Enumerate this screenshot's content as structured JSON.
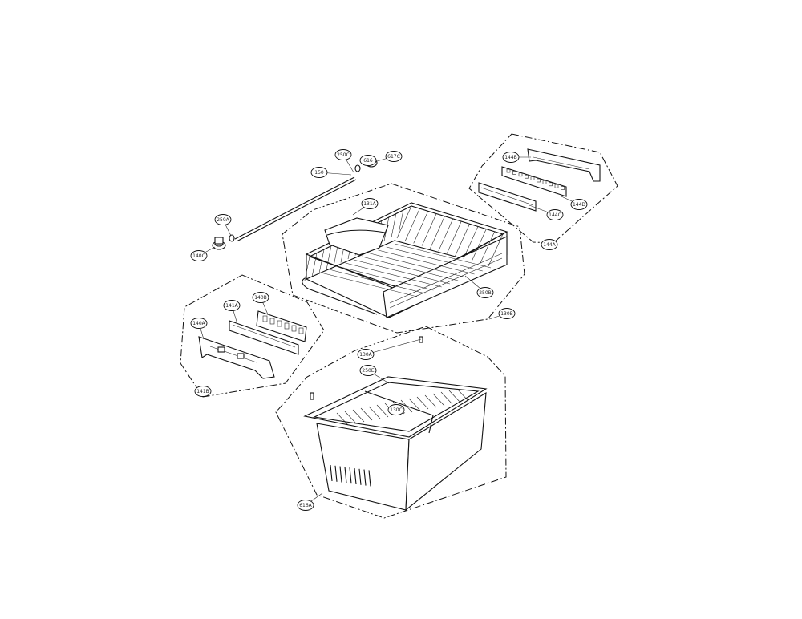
{
  "diagram": {
    "callouts": [
      {
        "id": "c1",
        "label": "250C"
      },
      {
        "id": "c2",
        "label": "616"
      },
      {
        "id": "c3",
        "label": "617C"
      },
      {
        "id": "c4",
        "label": "150"
      },
      {
        "id": "c5",
        "label": "250A"
      },
      {
        "id": "c6",
        "label": "144B"
      },
      {
        "id": "c7",
        "label": "140C"
      },
      {
        "id": "c8",
        "label": "144D"
      },
      {
        "id": "c9",
        "label": "144C"
      },
      {
        "id": "c10",
        "label": "131A"
      },
      {
        "id": "c11",
        "label": "250B"
      },
      {
        "id": "c12",
        "label": "144A"
      },
      {
        "id": "c13",
        "label": "140B"
      },
      {
        "id": "c14",
        "label": "130B"
      },
      {
        "id": "c15",
        "label": "141A"
      },
      {
        "id": "c16",
        "label": "140A"
      },
      {
        "id": "c17",
        "label": "141B"
      },
      {
        "id": "c18",
        "label": "130A"
      },
      {
        "id": "c19",
        "label": "250E"
      },
      {
        "id": "c20",
        "label": "616A"
      },
      {
        "id": "c21",
        "label": "130C"
      }
    ]
  }
}
